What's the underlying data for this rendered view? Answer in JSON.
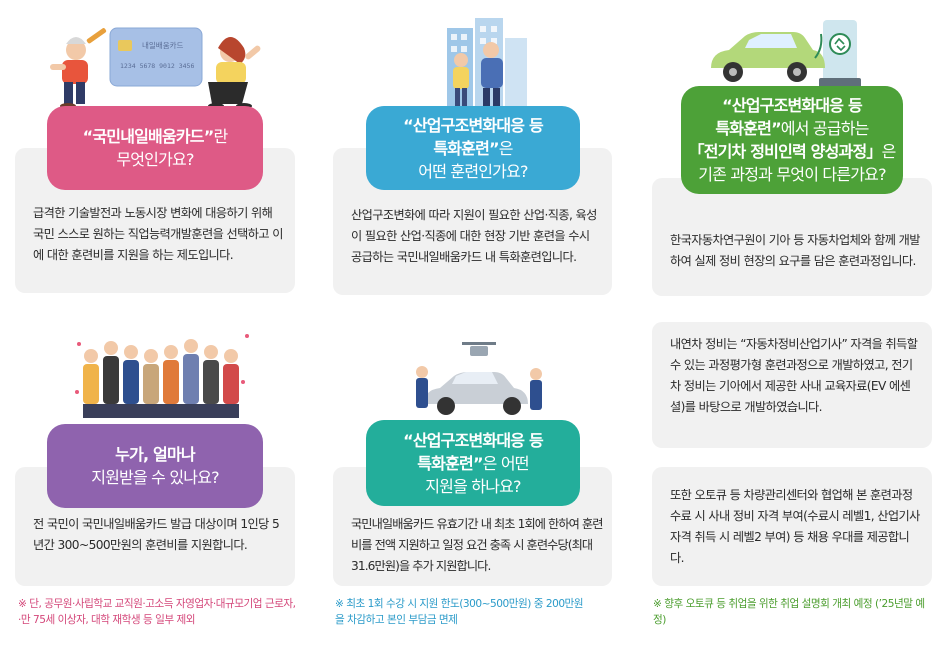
{
  "colors": {
    "pink": "#de5a86",
    "blue": "#3aa9d4",
    "purple": "#8f63ae",
    "teal": "#23ae9b",
    "green": "#4da138",
    "card_bg": "#f1f1f1"
  },
  "card_illustration": {
    "label": "내일배움카드",
    "number": "1234 5678 9012 3456"
  },
  "q1": {
    "title_bold": "“국민내일배움카드”",
    "title_rest": "란",
    "title_line2": "무엇인가요?",
    "body": "급격한 기술발전과 노동시장 변화에 대응하기 위해 국민 스스로 원하는 직업능력개발훈련을 선택하고 이에 대한 훈련비를 지원을 하는 제도입니다."
  },
  "q2": {
    "title_line1": "“산업구조변화대응 등",
    "title_line2_bold": "특화훈련”",
    "title_line2_rest": "은",
    "title_line3": "어떤 훈련인가요?",
    "body": "산업구조변화에 따라 지원이 필요한 산업·직종, 육성이 필요한 산업·직종에 대한 현장 기반 훈련을 수시 공급하는 국민내일배움카드 내 특화훈련입니다."
  },
  "q3": {
    "title_line1": "“산업구조변화대응 등",
    "title_line2_bold": "특화훈련”",
    "title_line2_rest": "에서 공급하는",
    "title_line3_bold": "「전기차 정비인력 양성과정」",
    "title_line3_rest": "은",
    "title_line4": "기존 과정과 무엇이 다른가요?",
    "body1": "한국자동차연구원이 기아 등 자동차업체와 함께 개발하여 실제 정비 현장의 요구를 담은 훈련과정입니다.",
    "body2": "내연차 정비는 “자동차정비산업기사” 자격을 취득할 수 있는 과정평가형 훈련과정으로 개발하였고, 전기차 정비는 기아에서 제공한 사내 교육자료(EV 에센셜)를 바탕으로 개발하였습니다.",
    "body3": "또한 오토큐 등 차량관리센터와 협업해 본 훈련과정 수료 시 사내 정비 자격 부여(수료시 레벨1, 산업기사 자격 취득 시 레벨2 부여) 등 채용 우대를 제공합니다.",
    "note": "※ 향후 오토큐 등 취업을 위한 취업 설명회 개최 예정 (’25년말 예정)"
  },
  "q4": {
    "title_bold": "누가, 얼마나",
    "title_line2": "지원받을 수 있나요?",
    "body": "전 국민이 국민내일배움카드 발급 대상이며 1인당 5년간 300~500만원의 훈련비를 지원합니다.",
    "note": "※ 단, 공무원·사립학교 교직원·고소득 자영업자·대규모기업 근로자, ·만 75세 이상자, 대학 재학생 등 일부 제외"
  },
  "q5": {
    "title_line1": "“산업구조변화대응 등",
    "title_line2_bold": "특화훈련”",
    "title_line2_rest": "은 어떤",
    "title_line3": "지원을 하나요?",
    "body": "국민내일배움카드 유효기간 내 최초 1회에 한하여 훈련비를 전액 지원하고 일정 요건 충족 시 훈련수당(최대 31.6만원)을 추가 지원합니다.",
    "note": "※ 최초 1회 수강 시 지원 한도(300~500만원) 중 200만원을 차감하고 본인 부담금 면제"
  }
}
